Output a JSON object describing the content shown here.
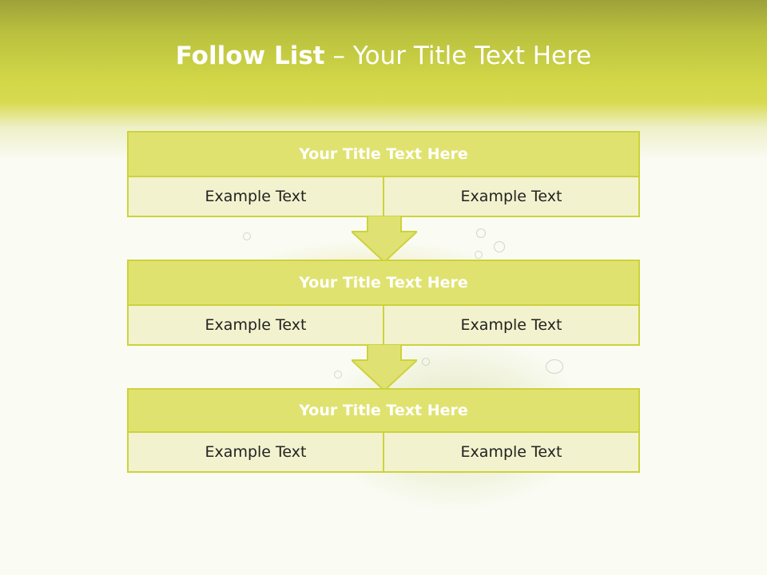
{
  "slide": {
    "title_bold": "Follow List",
    "title_dash": "–",
    "title_rest": "Your Title Text Here"
  },
  "blocks": [
    {
      "title": "Your Title Text Here",
      "left": "Example Text",
      "right": "Example Text"
    },
    {
      "title": "Your Title Text Here",
      "left": "Example Text",
      "right": "Example Text"
    },
    {
      "title": "Your Title Text Here",
      "left": "Example Text",
      "right": "Example Text"
    }
  ],
  "colors": {
    "header": "#d1d747",
    "block_title_fill": "#e0e270",
    "block_border": "#cdd23c",
    "cell_fill": "#f2f2ce",
    "arrow_fill": "#dfe272"
  }
}
